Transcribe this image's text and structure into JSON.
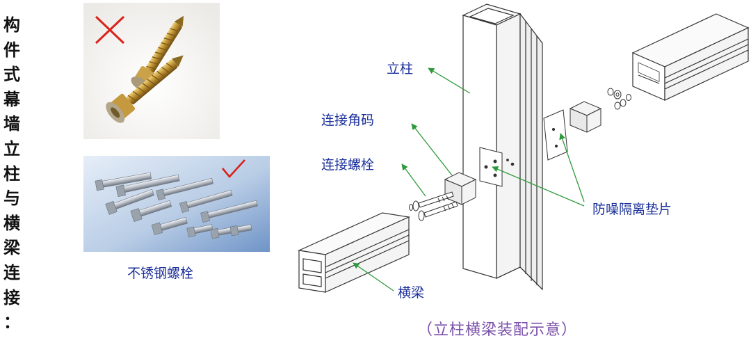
{
  "side_title": [
    "构",
    "件",
    "式",
    "幕",
    "墙",
    "立",
    "柱",
    "与",
    "横",
    "梁",
    "连",
    "接",
    "："
  ],
  "photos": {
    "bad_caption": "",
    "good_caption": "不锈钢螺栓"
  },
  "labels": {
    "column": "立柱",
    "angle": "连接角码",
    "bolt": "连接螺栓",
    "pad": "防噪隔离垫片",
    "beam": "横梁"
  },
  "title": "（立柱横梁装配示意）",
  "colors": {
    "label": "#1b2f9a",
    "title": "#7a4fa8",
    "arrow": "#2e9a3a",
    "wrong_mark": "#d9221a",
    "right_mark": "#d9221a"
  }
}
